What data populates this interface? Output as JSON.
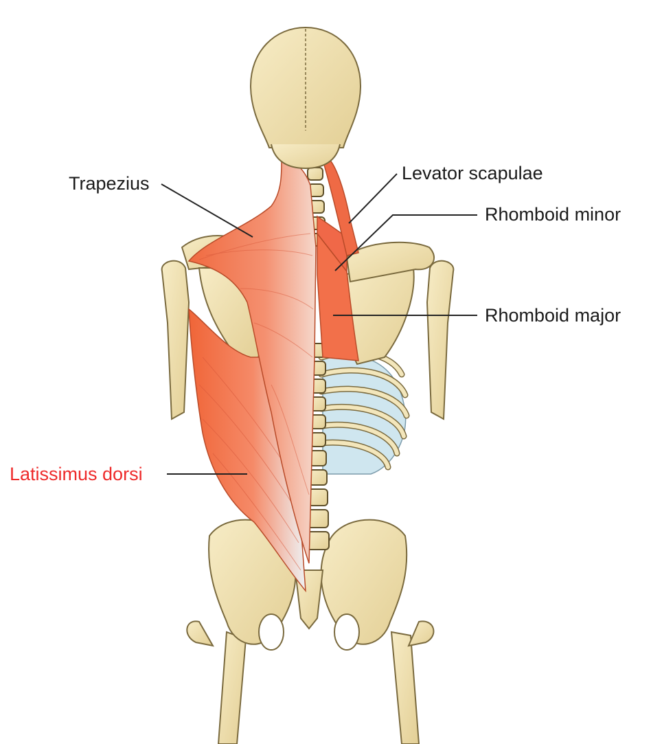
{
  "labels": {
    "trapezius": {
      "text": "Trapezius",
      "color": "#1a1a1a"
    },
    "levator_scapulae": {
      "text": "Levator scapulae",
      "color": "#1a1a1a"
    },
    "rhomboid_minor": {
      "text": "Rhomboid minor",
      "color": "#1a1a1a"
    },
    "rhomboid_major": {
      "text": "Rhomboid major",
      "color": "#1a1a1a"
    },
    "latissimus_dorsi": {
      "text": "Latissimus dorsi",
      "color": "#ee2a2a"
    }
  },
  "colors": {
    "bone": "#efe0b0",
    "bone_outline": "#7a6a3e",
    "muscle": "#f27a52",
    "muscle_light": "#f8a07a",
    "tendon": "#eef3f6",
    "lung": "#cfe6ef",
    "leader_line": "#222222"
  }
}
